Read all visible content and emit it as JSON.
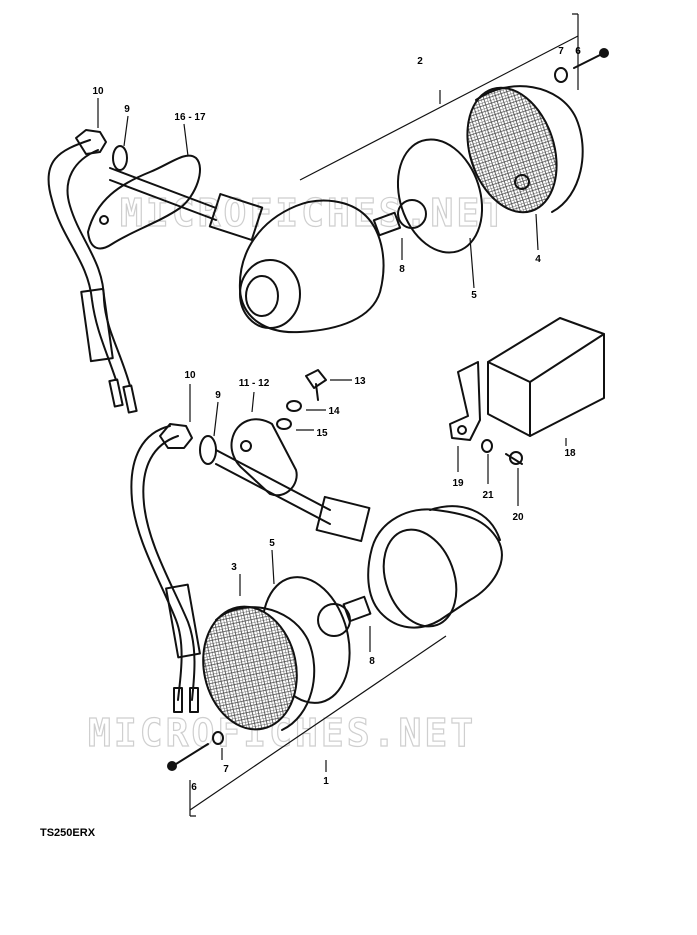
{
  "diagram": {
    "model_code": "TS250ERX",
    "watermark_top": "MICROFICHES.NET",
    "watermark_bottom": "MICROFICHES.NET",
    "callouts": {
      "c1": "1",
      "c2": "2",
      "c3": "3",
      "c4": "4",
      "c5_top": "5",
      "c5_bot": "5",
      "c6_top": "6",
      "c6_bot": "6",
      "c7_top": "7",
      "c7_bot": "7",
      "c8_top": "8",
      "c8_bot": "8",
      "c9_top": "9",
      "c9_bot": "9",
      "c10_top": "10",
      "c10_bot": "10",
      "c11_12": "11 - 12",
      "c13": "13",
      "c14": "14",
      "c15": "15",
      "c16_17": "16 - 17",
      "c18": "18",
      "c19": "19",
      "c20": "20",
      "c21": "21"
    }
  }
}
